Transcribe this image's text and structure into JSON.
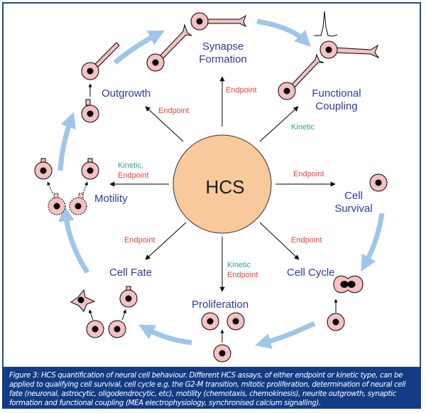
{
  "center": {
    "label": "HCS"
  },
  "categories": {
    "synapse": [
      "Synapse",
      "Formation"
    ],
    "functional": [
      "Functional",
      "Coupling"
    ],
    "outgrowth": "Outgrowth",
    "motility": "Motility",
    "survival": [
      "Cell",
      "Survival"
    ],
    "fate": "Cell Fate",
    "cycle": "Cell Cycle",
    "proliferation": "Proliferation"
  },
  "assay_types": {
    "synapse": "Endpoint",
    "functional": "Kinetic",
    "outgrowth": "Endpoint",
    "motility_kinetic": "Kinetic,",
    "motility_endpoint": "Endpoint",
    "survival": "Endpoint",
    "fate": "Endpoint",
    "cycle": "Endpoint",
    "proliferation_kinetic": "Kinetic",
    "proliferation_endpoint": "Endpoint"
  },
  "caption": "Figure 3: HCS quantification of neural cell behaviour. Different HCS assays, of either endpoint or kinetic type, can be applied to qualifying cell survival, cell cycle e.g. the G2-M transition, mitotic proliferation, determination of neural cell fate (neuronal, astrocytic, oligodendrocytic, etc), motility (chemotaxis, chemokinesis), neurite outgrowth, synaptic formation and functional coupling (MEA electrophysiology, synchronised calcium signalling).",
  "colors": {
    "title_blue": "#2b3c9a",
    "endpoint_red": "#e8433a",
    "kinetic_teal": "#2aa3a0",
    "hcs_fill": "#f8c99a",
    "cell_fill": "#f6c1c1",
    "cycle_arrow": "#9fc5ea",
    "caption_bg": "#133c85"
  }
}
